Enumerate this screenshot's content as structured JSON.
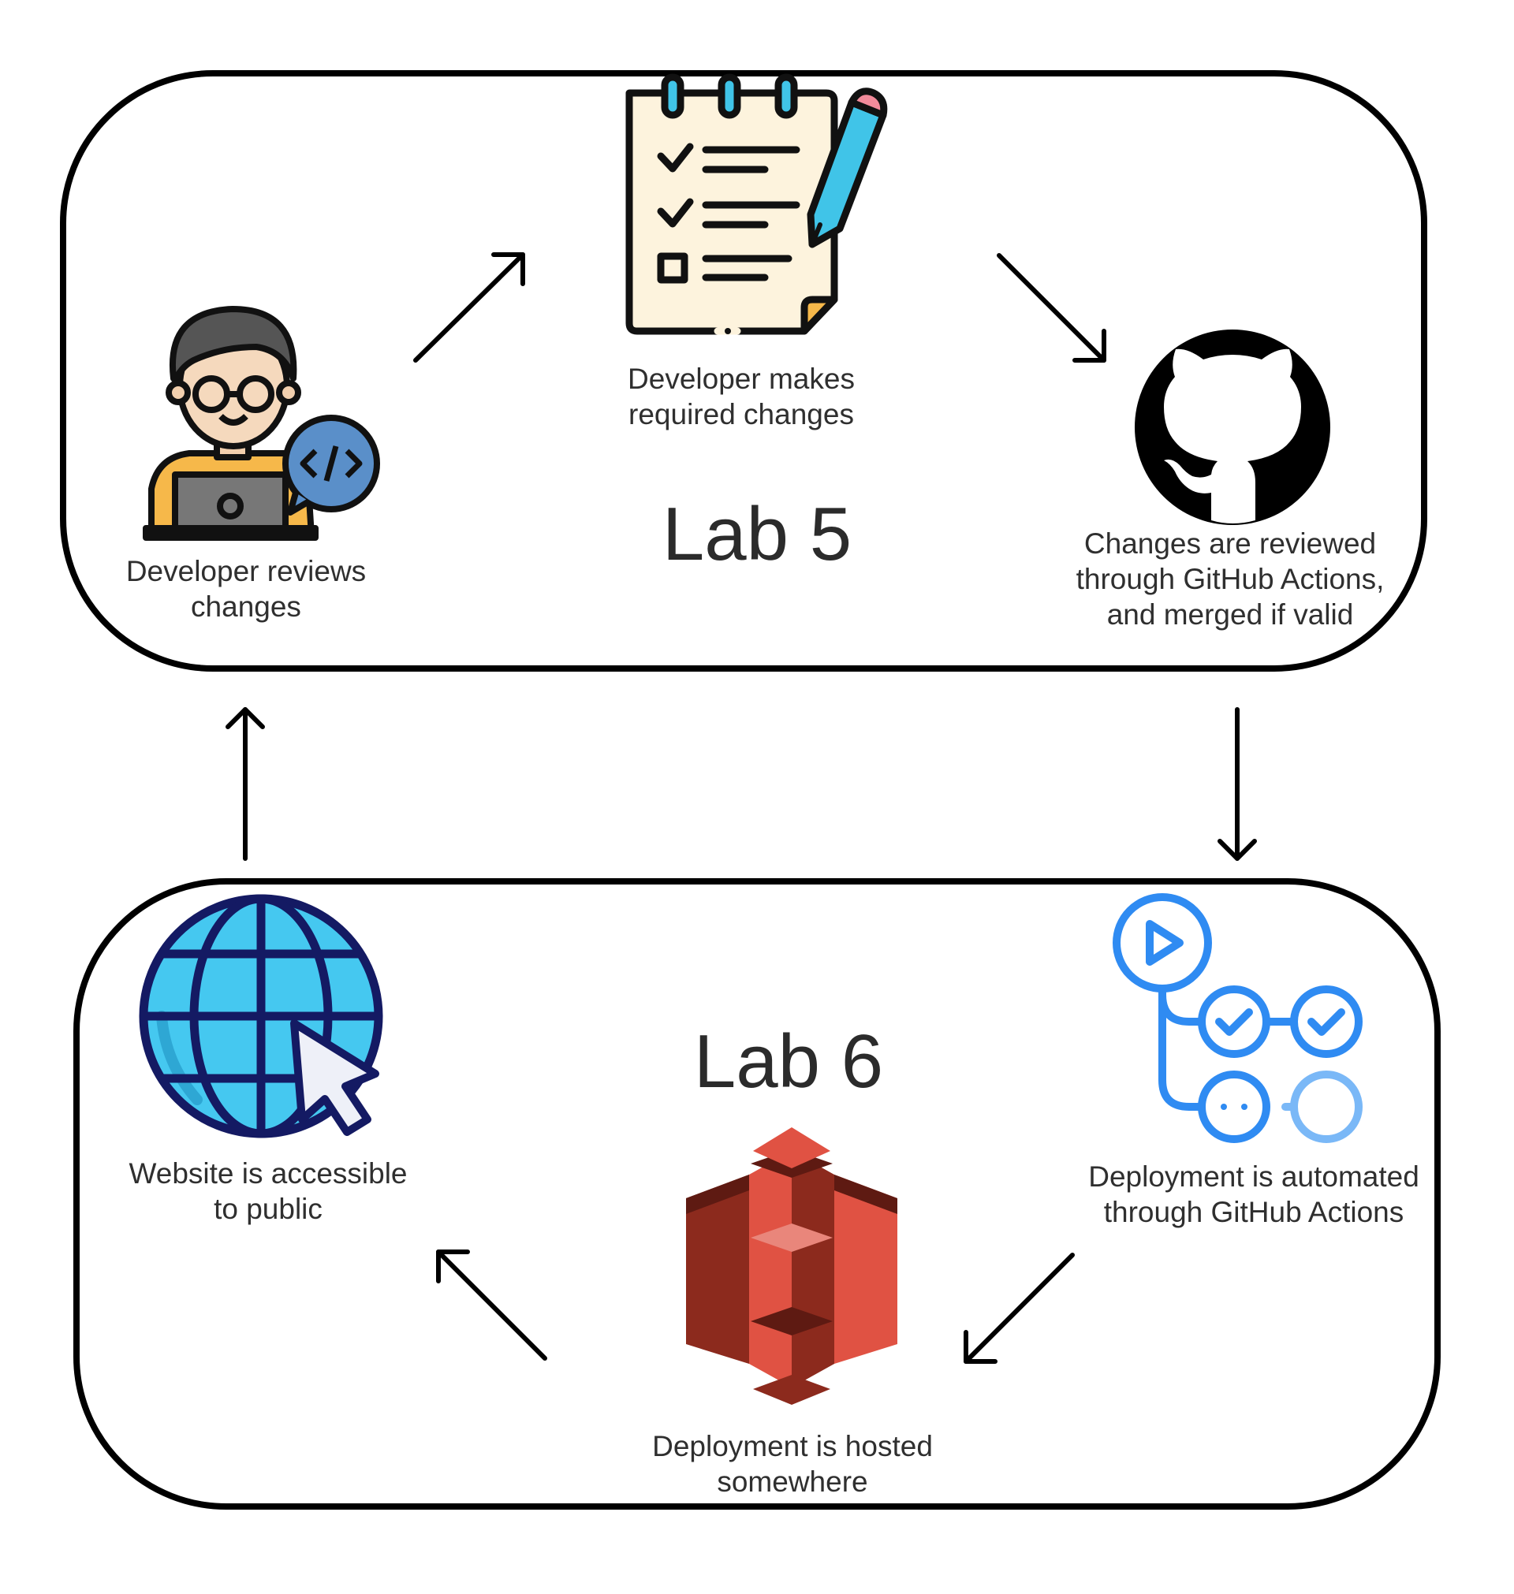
{
  "sections": [
    {
      "title": "Lab 5"
    },
    {
      "title": "Lab 6"
    }
  ],
  "steps": [
    {
      "label": "Developer reviews\nchanges",
      "icon": "developer-laptop-icon"
    },
    {
      "label": "Developer makes\nrequired changes",
      "icon": "checklist-notepad-icon"
    },
    {
      "label": "Changes are reviewed\nthrough GitHub Actions,\nand merged if valid",
      "icon": "github-icon"
    },
    {
      "label": "Deployment is automated\nthrough GitHub Actions",
      "icon": "github-actions-workflow-icon"
    },
    {
      "label": "Deployment is hosted\nsomewhere",
      "icon": "aws-s3-bucket-icon"
    },
    {
      "label": "Website is accessible\nto public",
      "icon": "globe-cursor-icon"
    }
  ],
  "colors": {
    "stroke": "#000000",
    "actions_blue": "#2f8bf2",
    "actions_light_blue": "#7ab8f7",
    "s3_red_light": "#e05243",
    "s3_red_dark": "#8c2a1d",
    "globe_blue": "#45c8f0",
    "globe_dark": "#141a63"
  }
}
